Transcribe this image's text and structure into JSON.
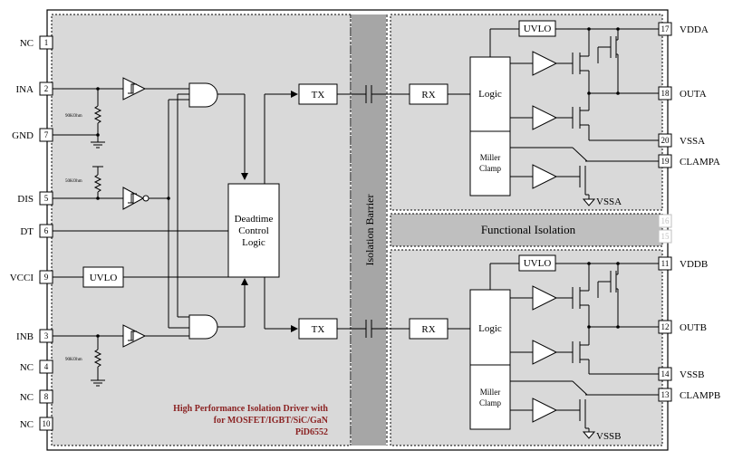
{
  "colors": {
    "panel": "#d9d9d9",
    "barrier": "#a6a6a6",
    "functional": "#bfbfbf",
    "title": "#8b2323",
    "pin_inactive": "#bfbfbf"
  },
  "left_pins": [
    {
      "num": "1",
      "name": "NC"
    },
    {
      "num": "2",
      "name": "INA"
    },
    {
      "num": "7",
      "name": "GND"
    },
    {
      "num": "5",
      "name": "DIS"
    },
    {
      "num": "6",
      "name": "DT"
    },
    {
      "num": "9",
      "name": "VCCI"
    },
    {
      "num": "3",
      "name": "INB"
    },
    {
      "num": "4",
      "name": "NC"
    },
    {
      "num": "8",
      "name": "NC"
    },
    {
      "num": "10",
      "name": "NC"
    }
  ],
  "right_pins": [
    {
      "num": "17",
      "name": "VDDA"
    },
    {
      "num": "18",
      "name": "OUTA"
    },
    {
      "num": "20",
      "name": "VSSA"
    },
    {
      "num": "19",
      "name": "CLAMPA"
    },
    {
      "num": "16",
      "name": ""
    },
    {
      "num": "15",
      "name": ""
    },
    {
      "num": "11",
      "name": "VDDB"
    },
    {
      "num": "12",
      "name": "OUTB"
    },
    {
      "num": "14",
      "name": "VSSB"
    },
    {
      "num": "13",
      "name": "CLAMPB"
    }
  ],
  "blocks": {
    "uvlo": "UVLO",
    "tx": "TX",
    "rx": "RX",
    "logic": "Logic",
    "miller_line1": "Miller",
    "miller_line2": "Clamp",
    "deadtime_line1": "Deadtime",
    "deadtime_line2": "Control",
    "deadtime_line3": "Logic",
    "isolation_barrier": "Isolation Barrier",
    "functional_isolation": "Functional Isolation"
  },
  "resistor_labels": {
    "ina": "90KOhm",
    "dis": "50KOhm",
    "inb": "90KOhm"
  },
  "ground_labels": {
    "a": "VSSA",
    "b": "VSSB"
  },
  "title": {
    "line1": "High Performance Isolation Driver with",
    "line2": "for MOSFET/IGBT/SiC/GaN",
    "line3": "PiD6552"
  }
}
